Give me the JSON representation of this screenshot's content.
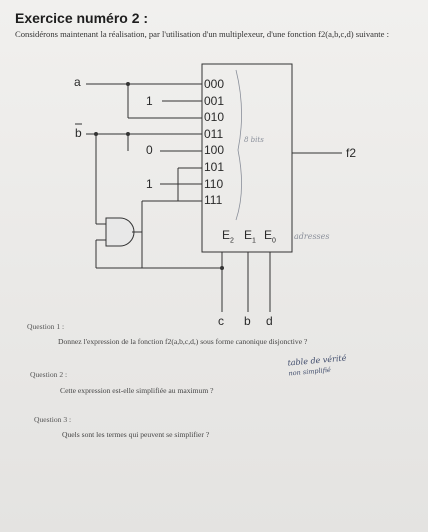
{
  "title": "Exercice numéro 2 :",
  "intro": "Considérons maintenant la réalisation, par l'utilisation d'un multiplexeur, d'une fonction f2(a,b,c,d) suivante :",
  "diagram": {
    "input_a": "a",
    "input_b": "b",
    "const_one_1": "1",
    "const_zero": "0",
    "const_one_2": "1",
    "mux_inputs": [
      "000",
      "001",
      "010",
      "011",
      "100",
      "101",
      "110",
      "111"
    ],
    "output": "f2",
    "selects": [
      "E",
      "E",
      "E"
    ],
    "select_subs": [
      "2",
      "1",
      "0"
    ],
    "bottom_inputs": [
      "c",
      "b",
      "d"
    ],
    "handwritten_inside": "8 bits",
    "handwritten_address": "adresses"
  },
  "questions": [
    {
      "label": "Question 1 :",
      "text": "Donnez l'expression de la fonction f2(a,b,c,d,) sous forme canonique disjonctive ?"
    },
    {
      "label": "Question 2 :",
      "text": "Cette expression est-elle simplifiée au maximum ?"
    },
    {
      "label": "Question 3 :",
      "text": "Quels sont les termes qui peuvent se simplifier ?"
    }
  ],
  "handwritten_note": [
    "table de vérité",
    "non simplifié"
  ]
}
